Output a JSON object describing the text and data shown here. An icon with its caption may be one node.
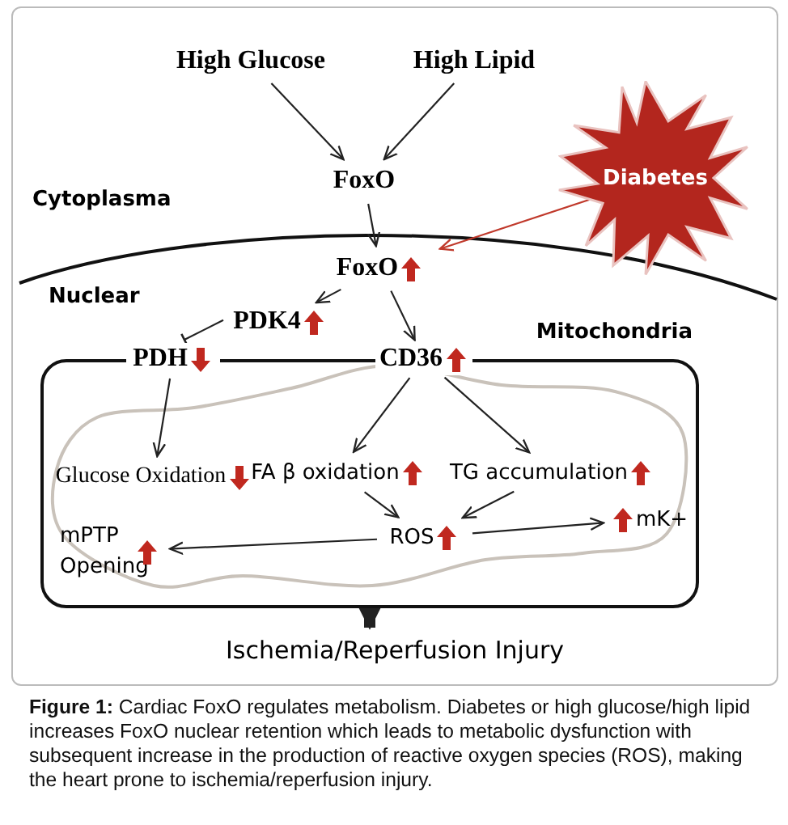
{
  "diagram": {
    "caption": "**Figure 1:** Cardiac FoxO regulates metabolism. Diabetes or high glucose/high lipid increases FoxO nuclear retention which leads to metabolic dysfunction with subsequent increase in the production of reactive oxygen species (ROS), making the heart prone to ischemia/reperfusion injury.",
    "nodes": [
      {
        "text": [
          "High Glucose"
        ]
      },
      {
        "text": [
          "High Lipid"
        ]
      },
      {
        "text": [
          "FoxO"
        ]
      },
      {
        "text": [
          "Diabetes"
        ]
      },
      {
        "text": [
          "FoxO"
        ]
      },
      {
        "text": [
          "PDK4"
        ]
      },
      {
        "text": [
          "PDH"
        ]
      },
      {
        "text": [
          "CD36"
        ]
      },
      {
        "text": [
          "Mitochondria"
        ]
      },
      {
        "text": [
          "Glucose Oxidation"
        ],
        "in": 8
      },
      {
        "text": [
          "FA β oxidation"
        ],
        "in": 8
      },
      {
        "text": [
          "TG accumulation"
        ],
        "in": 8
      },
      {
        "text": [
          "ROS"
        ],
        "in": 8
      },
      {
        "text": [
          "mPTP Opening"
        ],
        "in": 8
      },
      {
        "text": [
          "mK+"
        ],
        "in": 8
      },
      {
        "text": [
          "Ischemia/Reperfusion Injury"
        ]
      }
    ],
    "edges": [
      {
        "from": 0,
        "to": 2,
        "arrow": "to"
      },
      {
        "from": 1,
        "to": 2,
        "arrow": "to"
      },
      {
        "from": 2,
        "to": 4,
        "arrow": "to"
      },
      {
        "from": 3,
        "to": 4,
        "arrow": "to",
        "color": "#c0392b"
      },
      {
        "from": 4,
        "to": 5,
        "arrow": "to"
      },
      {
        "from": 4,
        "to": 7,
        "arrow": "to"
      },
      {
        "from": 5,
        "to": 6,
        "arrow": "other"
      },
      {
        "from": 6,
        "to": 9,
        "arrow": "to"
      },
      {
        "from": 7,
        "to": 10,
        "arrow": "to"
      },
      {
        "from": 7,
        "to": 11,
        "arrow": "to"
      },
      {
        "from": 10,
        "to": 12,
        "arrow": "to"
      },
      {
        "from": 11,
        "to": 12,
        "arrow": "to"
      },
      {
        "from": 12,
        "to": 13,
        "arrow": "to"
      },
      {
        "from": 12,
        "to": 14,
        "arrow": "to"
      },
      {
        "from": 8,
        "to": 15,
        "arrow": "to",
        "style": "thick"
      }
    ],
    "labels": [
      "Cytoplasma",
      "Nuclear"
    ]
  }
}
